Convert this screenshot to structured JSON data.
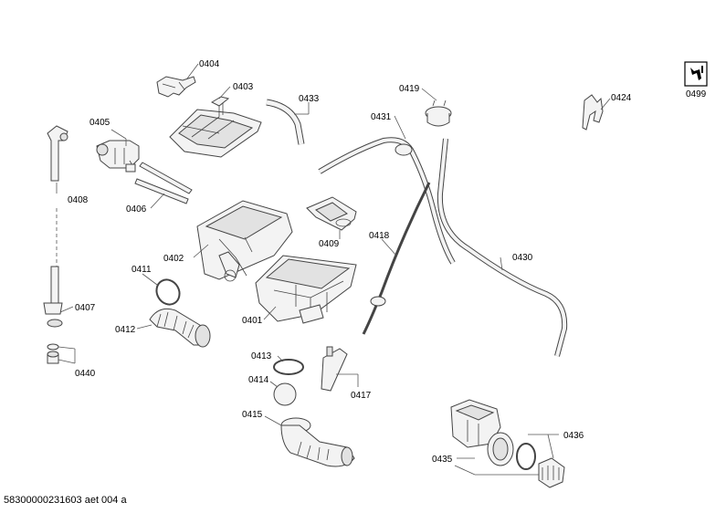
{
  "labels": {
    "p0404": "0404",
    "p0403": "0403",
    "p0433": "0433",
    "p0419": "0419",
    "p0424": "0424",
    "p0499": "0499",
    "p0405": "0405",
    "p0431": "0431",
    "p0408": "0408",
    "p0406": "0406",
    "p0409": "0409",
    "p0418": "0418",
    "p0430": "0430",
    "p0402": "0402",
    "p0411": "0411",
    "p0407": "0407",
    "p0412": "0412",
    "p0401": "0401",
    "p0440": "0440",
    "p0413": "0413",
    "p0414": "0414",
    "p0417": "0417",
    "p0415": "0415",
    "p0436": "0436",
    "p0435": "0435"
  },
  "footer": "58300000231603 aet 004 a",
  "icons": {
    "service": "wrench-service-icon"
  }
}
